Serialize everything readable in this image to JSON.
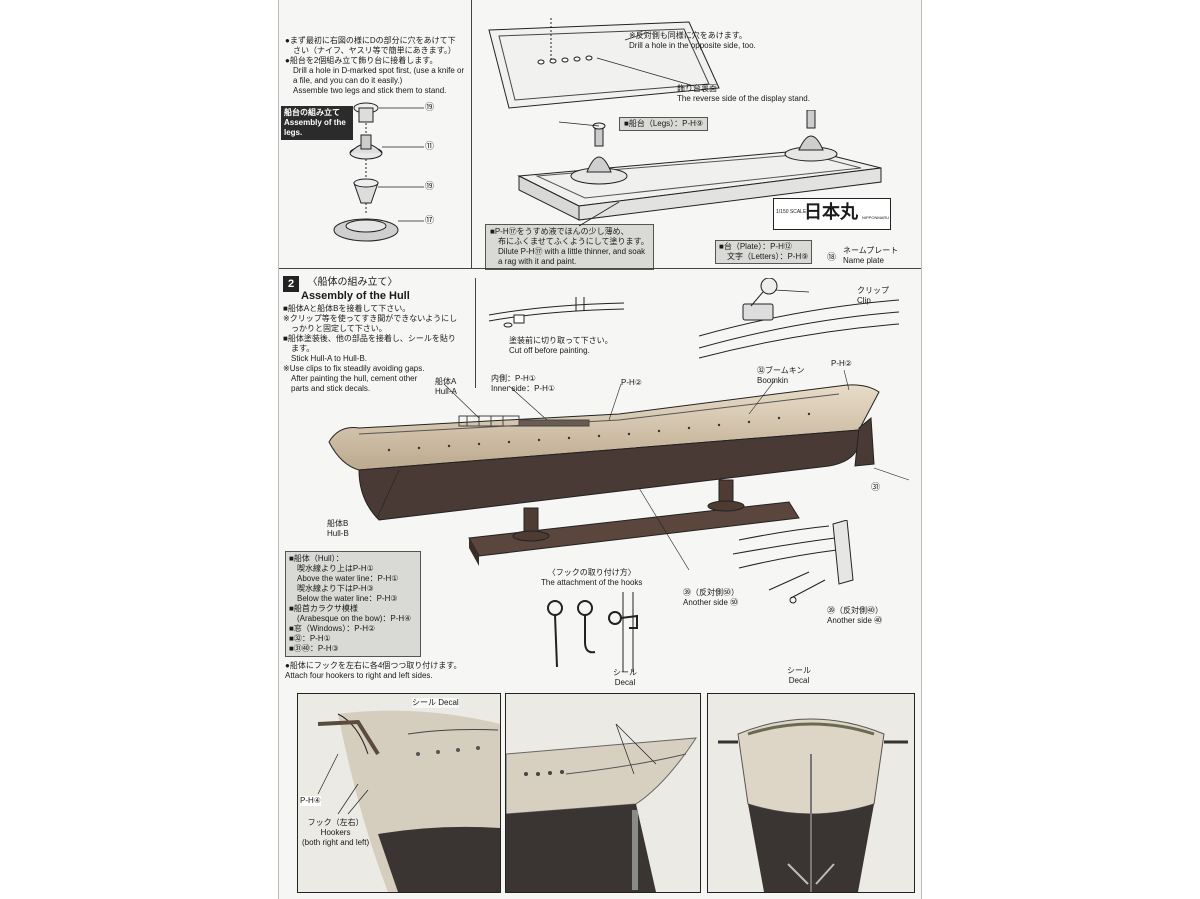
{
  "step1": {
    "instructions": [
      "●まず最初に右図の様にDの部分に穴をあけて下",
      "　さい（ナイフ、ヤスリ等で簡単にあきます。）",
      "●船台を2個組み立て飾り台に接着します。",
      "　Drill a hole in D-marked spot first, (use a knife or",
      "　a file, and you can do it easily.)",
      "　Assemble two legs and stick them to stand."
    ],
    "legs_box": [
      "船台の組み立て",
      "Assembly of the",
      "legs."
    ],
    "legs_parts": [
      "⑲",
      "⑪",
      "⑲",
      "⑰"
    ],
    "opposite_note": [
      "※反対側も同様に穴をあけます。",
      "Drill a hole in the opposite side, too."
    ],
    "stand_reverse": [
      "飾り台裏面",
      "The reverse side of the display stand."
    ],
    "legs_label": "■船台（Legs）：P-H⑨",
    "dilute_note": [
      "■P-H⑰をうすめ液でほんの少し薄め、",
      "　布にふくませてふくようにして塗ります。",
      "　Dilute P-H⑰ with a little thinner, and soak",
      "　a rag with it and paint."
    ],
    "nameplate_scale": "1/150 SCALE",
    "nameplate_title": "日本丸",
    "nameplate_sub": "NIPPONMARU",
    "plate_label": "■台（Plate）：P-H⑫",
    "letters_label": "　文字（Letters）：P-H⑨",
    "nameplate_label": [
      "ネームプレート",
      "Name plate"
    ],
    "nameplate_part": "⑱"
  },
  "step2": {
    "number": "2",
    "title_jp": "〈船体の組み立て〉",
    "title_en": "Assembly of the Hull",
    "instructions": [
      "■船体Aと船体Bを接着して下さい。",
      "※クリップ等を使ってすき間ができないようにし",
      "　っかりと固定して下さい。",
      "■船体塗装後、他の部品を接着し、シールを貼り",
      "　ます。",
      "　Stick Hull-A to Hull-B.",
      "※Use clips to fix steadily avoiding gaps.",
      "　After painting the hull, cement other",
      "　parts and stick decals."
    ],
    "cut_off": [
      "塗装前に切り取って下さい。",
      "Cut off before painting."
    ],
    "clip": [
      "クリップ",
      "Clip"
    ],
    "hull_a": [
      "船体A",
      "Hull-A"
    ],
    "inner_side": [
      "内側：P-H①",
      "Inner side：P-H①"
    ],
    "p2a": "P-H②",
    "boomkin": [
      "㉜ブームキン",
      "Boomkin"
    ],
    "p2b": "P-H②",
    "part_31": "㉛",
    "hull_b": [
      "船体B",
      "Hull-B"
    ],
    "paint_box": [
      "■船体（Hull）：",
      "　喫水線より上はP-H①",
      "　Above the water line：P-H①",
      "　喫水線より下はP-H③",
      "　Below the water line：P-H③",
      "■船首カラクサ模様",
      "　(Arabesque on the bow)：P-H④",
      "■窓（Windows）：P-H②",
      "■㉜：P-H①",
      "■㉛㊵：P-H③"
    ],
    "hooks_title": [
      "〈フックの取り付け方〉",
      "The attachment of the hooks"
    ],
    "part_39": [
      "㊴（反対側㊿）",
      "Another side ㊿"
    ],
    "part_39b": [
      "㊴（反対側㊵）",
      "Another side ㊵"
    ],
    "hookers_note": [
      "●船体にフックを左右に各4個つつ取り付けます。",
      "Attach four hookers to right and left sides."
    ]
  },
  "photos": {
    "p1_decal": "シール Decal",
    "p1_p4": "P-H④",
    "p1_hookers": [
      "フック（左右）",
      "Hookers",
      "(both right and left)"
    ],
    "p2_decal": [
      "シール",
      "Decal"
    ],
    "p3_decal": [
      "シール",
      "Decal"
    ]
  },
  "colors": {
    "hull_upper": "#cbb89d",
    "hull_lower": "#4a3a35",
    "stand": "#5a463c",
    "ink": "#1a1a1a"
  }
}
